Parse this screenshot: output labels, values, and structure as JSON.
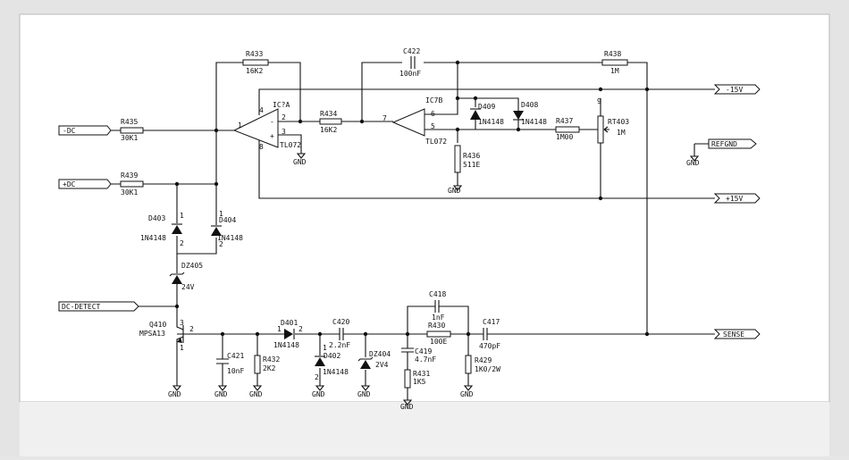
{
  "ports": {
    "neg_dc": "-DC",
    "pos_dc": "+DC",
    "dc_detect": "DC-DETECT",
    "neg15": "-15V",
    "pos15": "+15V",
    "refgnd": "REFGND",
    "sense": "SENSE"
  },
  "gnd": "GND",
  "ic7a": {
    "ref": "IC?A",
    "part": "TL072",
    "pin_out": "1",
    "pin_inv": "2",
    "pin_noninv": "3",
    "pin_v1": "4",
    "pin_v2": "8",
    "sign_minus": "-",
    "sign_plus": "+"
  },
  "ic7b": {
    "ref": "IC7B",
    "part": "TL072",
    "pin_out": "7",
    "pin_inv": "6",
    "pin_noninv": "5"
  },
  "r433": {
    "ref": "R433",
    "value": "16K2"
  },
  "c422": {
    "ref": "C422",
    "value": "100nF"
  },
  "r438": {
    "ref": "R438",
    "value": "1M"
  },
  "r435": {
    "ref": "R435",
    "value": "30K1"
  },
  "r434": {
    "ref": "R434",
    "value": "16K2"
  },
  "d409": {
    "ref": "D409",
    "value": "1N4148"
  },
  "d408": {
    "ref": "D408",
    "value": "1N4148"
  },
  "r437": {
    "ref": "R437",
    "value": "1M00"
  },
  "rt403": {
    "ref": "RT403",
    "value": "1M",
    "pin": "9"
  },
  "r436": {
    "ref": "R436",
    "value": "511E"
  },
  "r439": {
    "ref": "R439",
    "value": "30K1"
  },
  "d403": {
    "ref": "D403",
    "value": "1N4148",
    "pin1": "1",
    "pin2": "2"
  },
  "d404": {
    "ref": "D404",
    "value": "1N4148",
    "pin1": "1",
    "pin2": "2"
  },
  "dz405": {
    "ref": "DZ405",
    "value": "24V"
  },
  "q410": {
    "ref": "Q410",
    "value": "MPSA13",
    "pin1": "1",
    "pin2": "2",
    "pin3": "3"
  },
  "c421": {
    "ref": "C421",
    "value": "10nF"
  },
  "r432": {
    "ref": "R432",
    "value": "2K2"
  },
  "d401": {
    "ref": "D401",
    "value": "1N4148",
    "pin1": "1",
    "pin2": "2"
  },
  "c420": {
    "ref": "C420",
    "value": "2.2nF"
  },
  "d402": {
    "ref": "D402",
    "value": "1N4148",
    "pin1": "1",
    "pin2": "2"
  },
  "dz404": {
    "ref": "DZ404",
    "value": "2V4"
  },
  "c418": {
    "ref": "C418",
    "value": "1nF"
  },
  "r430": {
    "ref": "R430",
    "value": "100E"
  },
  "c419": {
    "ref": "C419",
    "value": "4.7nF"
  },
  "r431": {
    "ref": "R431",
    "value": "1K5"
  },
  "c417": {
    "ref": "C417",
    "value": "470pF"
  },
  "r429": {
    "ref": "R429",
    "value": "1K0/2W"
  }
}
